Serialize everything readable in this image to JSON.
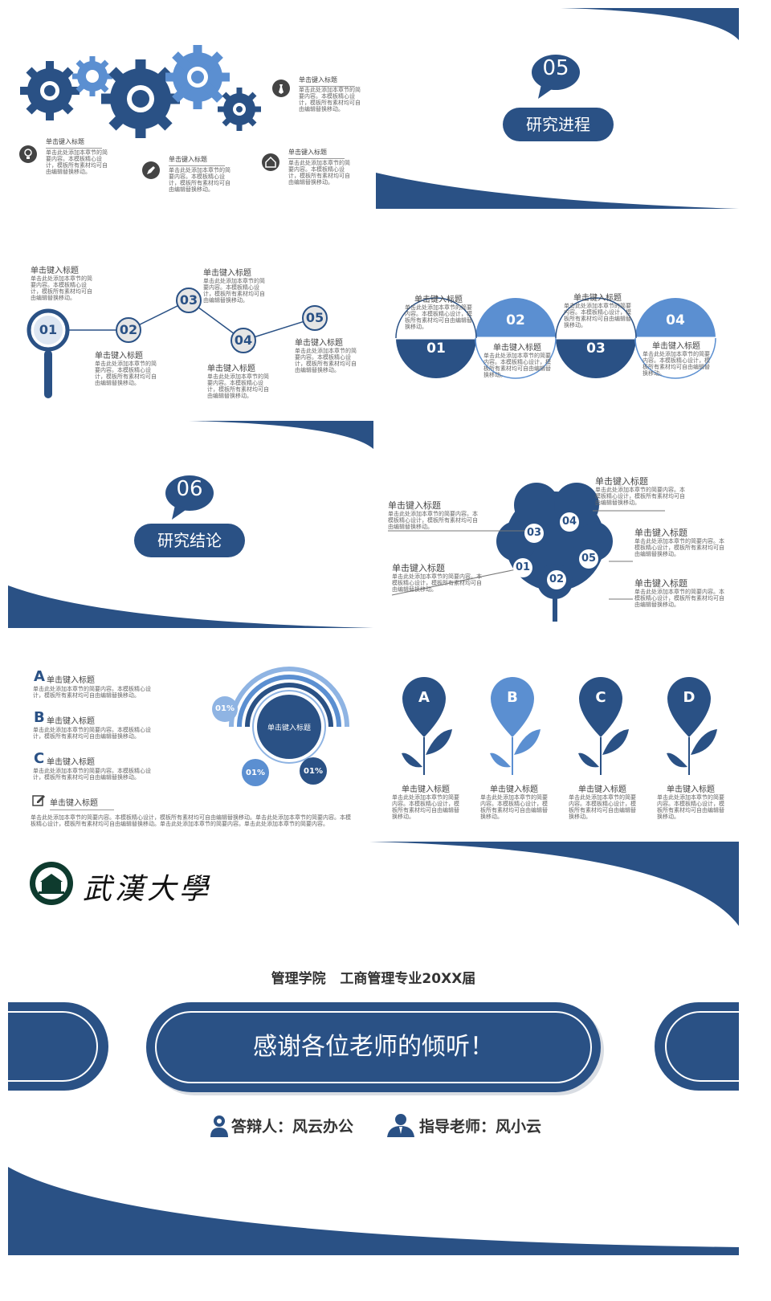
{
  "colors": {
    "navy": "#2a5185",
    "light": "#5b8fd1",
    "pale": "#8fb4e3"
  },
  "ph": {
    "title": "单击键入标题",
    "body_short": "单击此处添加本章节的简要内容。本模板精心设计，模板所有素材均可自由编辑替换移动。",
    "body_wide": "单击此处添加本章节的简要内容。本模板精心设计，模板所有素材均可自由编辑替换移动。",
    "body_long": "单击此处添加本章节的简要内容。本模板精心设计，模板所有素材均可自由编辑替换移动。单击此处添加本章节的简要内容。本模板精心设计，模板所有素材均可自由编辑替换移动。单击此处添加本章节的简要内容。单击此处添加本章节的简要内容。"
  },
  "section05": {
    "number": "05",
    "title": "研究进程"
  },
  "section06": {
    "number": "06",
    "title": "研究结论"
  },
  "steps": [
    "01",
    "02",
    "03",
    "04",
    "05"
  ],
  "tree_numbers": [
    "01",
    "02",
    "03",
    "04",
    "05"
  ],
  "ring": {
    "center": "单击键入标题",
    "pct1": "01%",
    "pct2": "01%",
    "pct3": "01%"
  },
  "letters": [
    "A",
    "B",
    "C",
    "D"
  ],
  "ending": {
    "school_logo_text": "武漢大學",
    "department": "管理学院   工商管理专业20XX届",
    "thanks": "感谢各位老师的倾听！",
    "presenter": "答辩人：风云办公",
    "advisor": "指导老师：风小云"
  }
}
